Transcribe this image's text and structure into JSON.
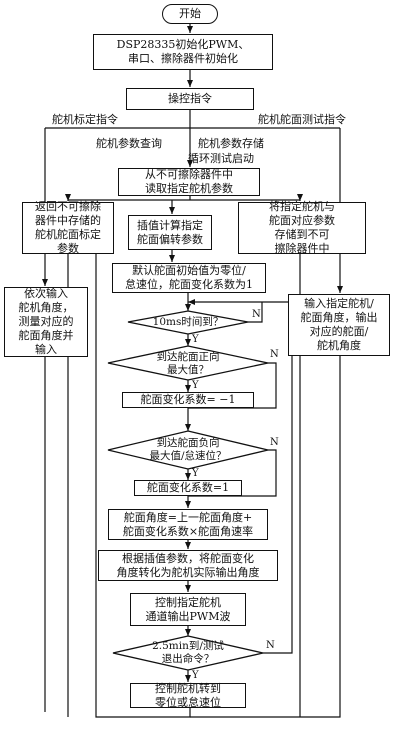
{
  "start": "开始",
  "init": [
    "DSP28335初始化PWM、",
    "串口、擦除器件初始化"
  ],
  "command": "操控指令",
  "branch_calibration": "舵机标定指令",
  "branch_query": "舵机参数查询",
  "branch_store": [
    "舵机参数存储",
    "循环测试启动"
  ],
  "branch_test": "舵机舵面测试指令",
  "read_params": [
    "从不可擦除器件中",
    "读取指定舵机参数"
  ],
  "return_params": [
    "返回不可擦除",
    "器件中存储的",
    "舵机舵面标定",
    "参数"
  ],
  "interp": [
    "插值计算指定",
    "舵面偏转参数"
  ],
  "store_params": [
    "将指定舵机与",
    "舵面对应参数",
    "存储到不可",
    "擦除器件中"
  ],
  "default_init": [
    "默认舵面初始值为零位/",
    "怠速位，舵面变化系数为1"
  ],
  "d_10ms": "10ms时间到？",
  "d_pos_max": [
    "到达舵面正向",
    "最大值？"
  ],
  "coef_neg": "舵面变化系数= −1",
  "d_neg_max": [
    "到达舵面负向",
    "最大值/怠速位？"
  ],
  "coef_pos": "舵面变化系数=1",
  "angle_update": [
    "舵面角度=上一舵面角度+",
    "舵面变化系数×舵面角速率"
  ],
  "convert_angle": [
    "根据插值参数，将舵面变化",
    "角度转化为舵机实际输出角度"
  ],
  "pwm_output": [
    "控制指定舵机",
    "通道输出PWM波"
  ],
  "d_exit": [
    "2.5min到/测试",
    "退出命令？"
  ],
  "return_zero": [
    "控制舵机转到",
    "零位或怠速位"
  ],
  "input_calib": [
    "依次输入",
    "舵机角度，",
    "测量对应的",
    "舵面角度并",
    "输入"
  ],
  "input_test": [
    "输入指定舵机/",
    "舵面角度，输出",
    "对应的舵面/",
    "舵机角度"
  ],
  "yes": "Y",
  "no": "N"
}
